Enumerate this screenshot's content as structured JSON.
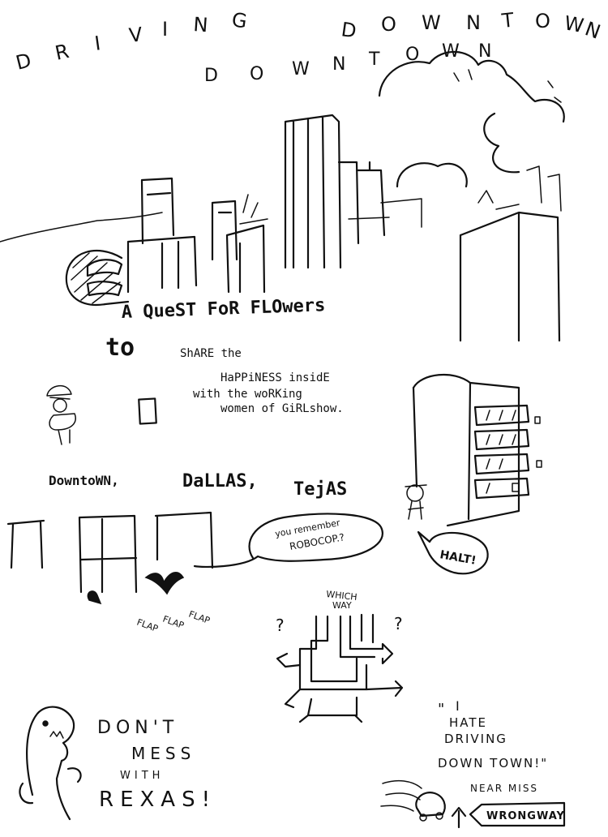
{
  "title": {
    "line1_letters": [
      "D",
      "R",
      "I",
      "V",
      "I",
      "N",
      "G"
    ],
    "line2_letters": [
      "D",
      "O",
      "W",
      "N",
      "T",
      "O",
      "W",
      "N"
    ],
    "line3_letters": [
      "D",
      "O",
      "W",
      "N",
      "T",
      "O",
      "W",
      "N"
    ]
  },
  "intro": {
    "quest": "A QueST FoR FLOwers",
    "to": "to",
    "line1": "ShARE the",
    "line2": "HaPPiNESS insidE",
    "line3": "with the woRKing",
    "line4": "women of GiRLshow."
  },
  "place": {
    "part1": "DowntoWN,",
    "part2": "DaLLAS,",
    "part3": "TejAS"
  },
  "bubble_robocop": {
    "line1": "you remember",
    "line2": "ROBOCOP.?"
  },
  "bubble_halt": "HALT!",
  "flaps": [
    "FLAP",
    "FLAP",
    "FLAP"
  ],
  "which_way": {
    "line1": "WHICH",
    "line2": "WAY",
    "q_left": "?",
    "q_right": "?"
  },
  "rexas": {
    "line1": "DON'T",
    "line2": "MESS",
    "line3": "WITH",
    "line4": "REXAS!"
  },
  "quote": {
    "open": "\"",
    "line1": "I",
    "line2": "HATE",
    "line3": "DRIVING",
    "line4": "DOWN TOWN!\""
  },
  "near_miss": "NEAR MISS",
  "sign_wrong_way": "WRONGWAY"
}
